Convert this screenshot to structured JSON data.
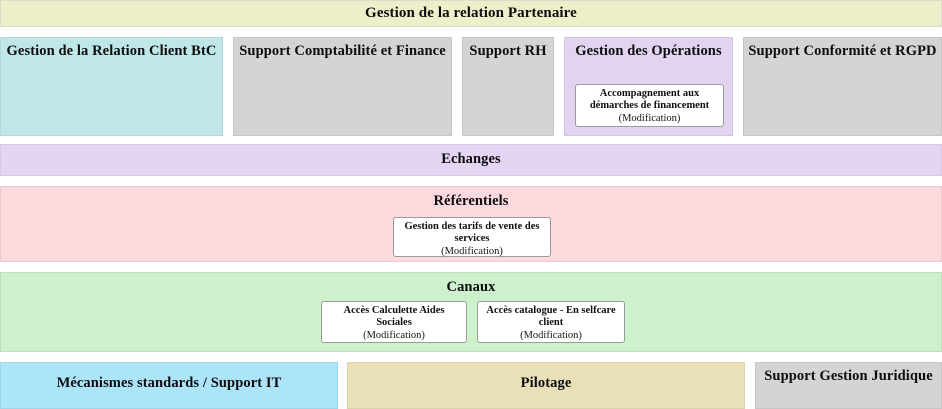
{
  "diagram": {
    "header": {
      "label": "Gestion de la relation Partenaire",
      "color": "#efeeca"
    },
    "capability_row": [
      {
        "label": "Gestion de la Relation Client BtC",
        "color": "#bfe7e7",
        "cards": []
      },
      {
        "label": "Support Comptabilité et Finance",
        "color": "#d4d4d4",
        "cards": []
      },
      {
        "label": "Support RH",
        "color": "#d4d4d4",
        "cards": []
      },
      {
        "label": "Gestion des Opérations",
        "color": "#e2d3f0",
        "cards": [
          {
            "title": "Accompagnement aux démarches de financement",
            "status": "(Modification)"
          }
        ]
      },
      {
        "label": "Support Conformité et RGPD",
        "color": "#d4d4d4",
        "cards": []
      }
    ],
    "bands": [
      {
        "label": "Echanges",
        "color": "#e4d5f5",
        "cards": []
      },
      {
        "label": "Référentiels",
        "color": "#fcd9dc",
        "cards": [
          {
            "title": "Gestion des tarifs de vente des services",
            "status": "(Modification)"
          }
        ]
      },
      {
        "label": "Canaux",
        "color": "#cdf0cd",
        "cards": [
          {
            "title": "Accès Calculette Aides Sociales",
            "status": "(Modification)"
          },
          {
            "title": "Accès catalogue - En selfcare client",
            "status": "(Modification)"
          }
        ]
      }
    ],
    "support_row": [
      {
        "label": "Mécanismes standards / Support IT",
        "color": "#ace5fa"
      },
      {
        "label": "Pilotage",
        "color": "#e9dfb8"
      },
      {
        "label": "Support Gestion Juridique",
        "color": "#d4d4d4"
      }
    ]
  }
}
